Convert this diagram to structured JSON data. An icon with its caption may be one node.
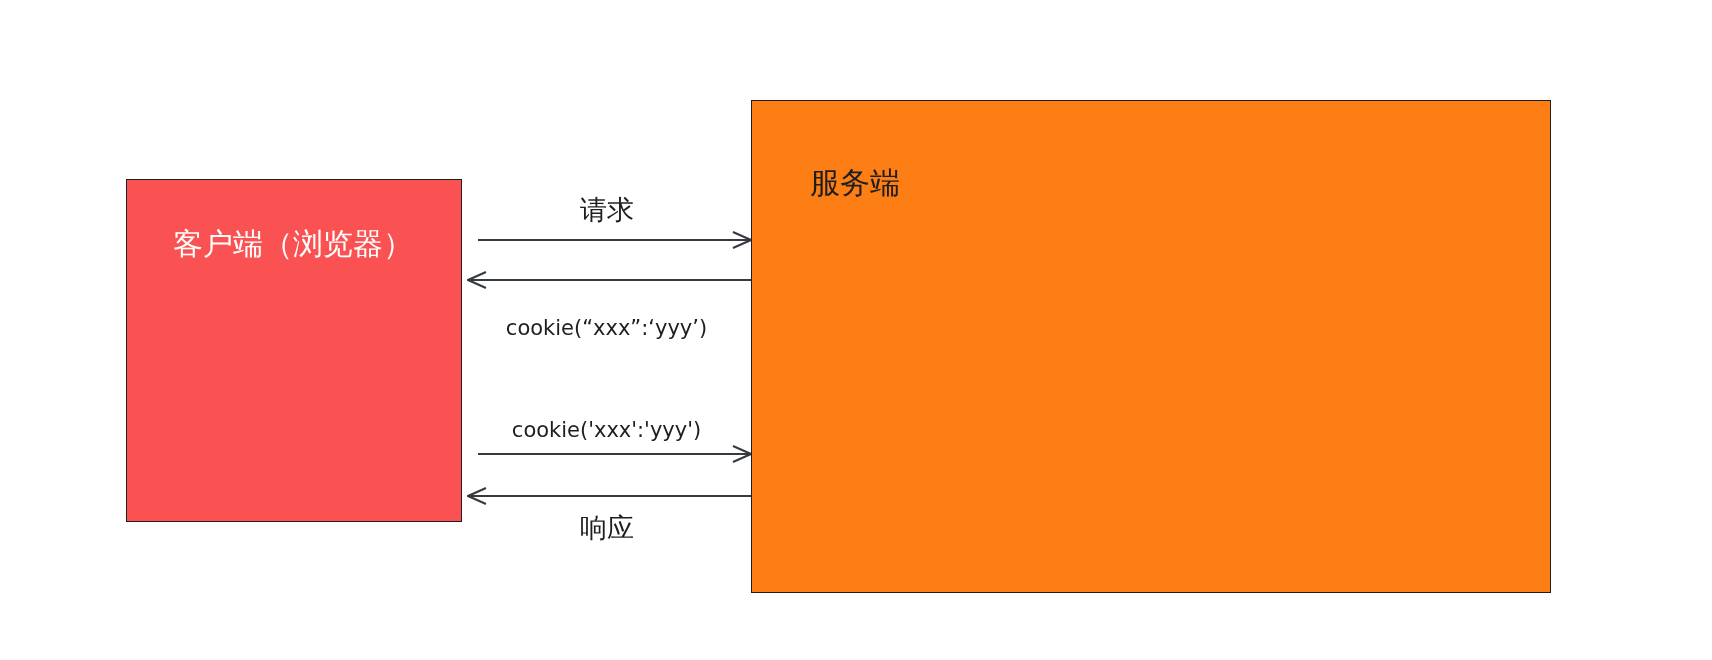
{
  "diagram": {
    "nodes": [
      {
        "text": [
          "客户端（浏览器）"
        ]
      },
      {
        "text": [
          "服务端"
        ]
      }
    ],
    "edges": [
      {
        "from": 0,
        "to": 1,
        "arrow": "to",
        "label": "请求"
      },
      {
        "from": 1,
        "to": 0,
        "arrow": "to",
        "label": "cookie(“xxx”:‘yyy’)"
      },
      {
        "from": 0,
        "to": 1,
        "arrow": "to",
        "label": "cookie('xxx':'yyy')"
      },
      {
        "from": 1,
        "to": 0,
        "arrow": "to",
        "label": "响应"
      }
    ]
  }
}
